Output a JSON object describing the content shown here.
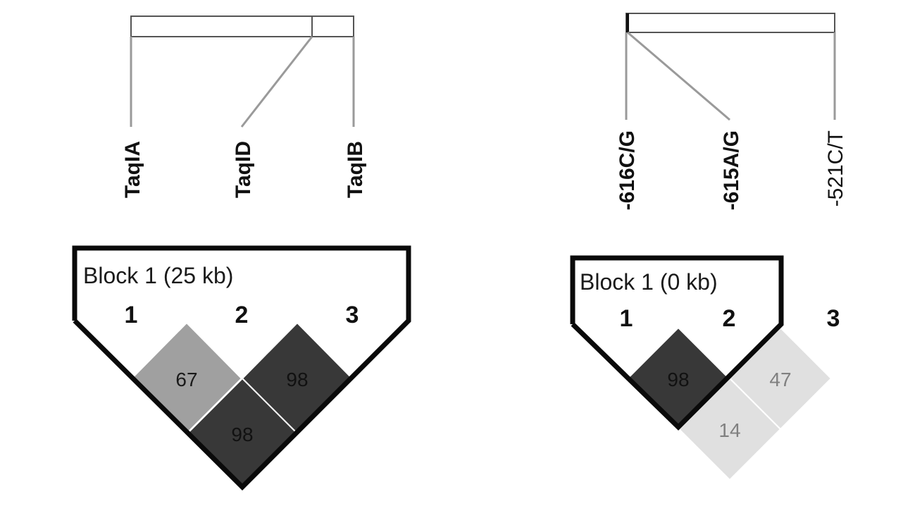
{
  "panels": [
    {
      "id": "left",
      "snps": [
        "TaqIA",
        "TaqID",
        "TaqIB"
      ],
      "block_label": "Block 1 (25 kb)",
      "indices": [
        "1",
        "2",
        "3"
      ],
      "cells": [
        {
          "pair": "1-2",
          "value": "67",
          "fill": "#a0a0a0",
          "text_color": "#1a1a1a"
        },
        {
          "pair": "2-3",
          "value": "98",
          "fill": "#383838",
          "text_color": "#111111"
        },
        {
          "pair": "1-3",
          "value": "98",
          "fill": "#383838",
          "text_color": "#111111"
        }
      ]
    },
    {
      "id": "right",
      "snps": [
        "-616C/G",
        "-615A/G",
        "-521C/T"
      ],
      "block_label": "Block 1 (0 kb)",
      "indices": [
        "1",
        "2",
        "3"
      ],
      "cells": [
        {
          "pair": "1-2",
          "value": "98",
          "fill": "#383838",
          "text_color": "#111111"
        },
        {
          "pair": "2-3",
          "value": "47",
          "fill": "#e0e0e0",
          "text_color": "#808080"
        },
        {
          "pair": "1-3",
          "value": "14",
          "fill": "#e0e0e0",
          "text_color": "#808080"
        }
      ]
    }
  ]
}
